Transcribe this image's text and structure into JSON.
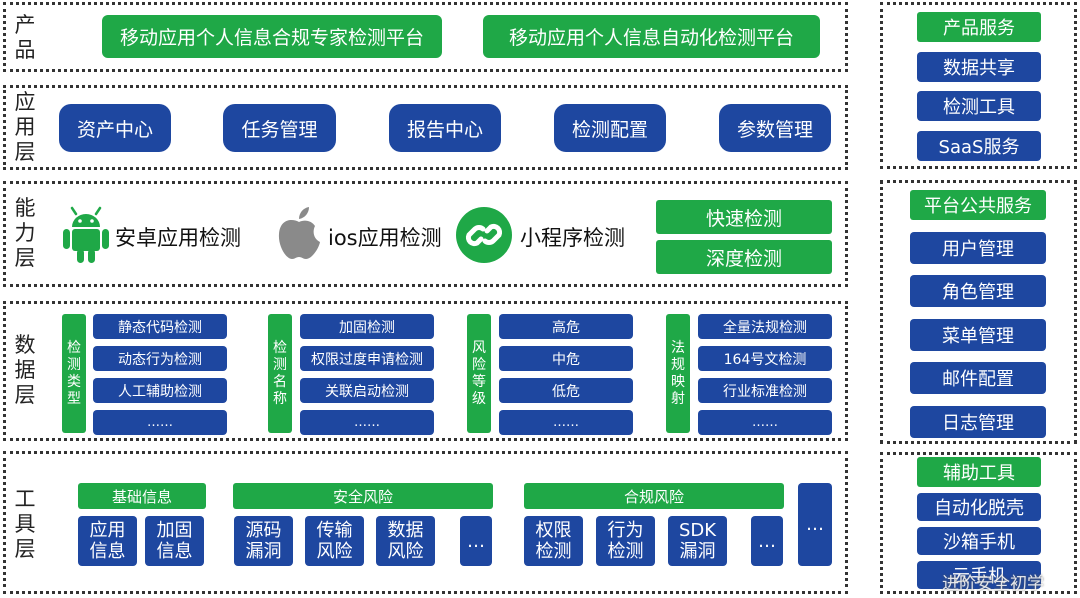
{
  "product": {
    "label": "产品",
    "items": [
      "移动应用个人信息合规专家检测平台",
      "移动应用个人信息自动化检测平台"
    ]
  },
  "application": {
    "label": "应用层",
    "items": [
      "资产中心",
      "任务管理",
      "报告中心",
      "检测配置",
      "参数管理"
    ]
  },
  "capability": {
    "label": "能力层",
    "android": "安卓应用检测",
    "ios": "ios应用检测",
    "miniprogram": "小程序检测",
    "modes": [
      "快速检测",
      "深度检测"
    ]
  },
  "data_layer": {
    "label": "数据层",
    "groups": [
      {
        "title": "检测类型",
        "items": [
          "静态代码检测",
          "动态行为检测",
          "人工辅助检测",
          "……"
        ]
      },
      {
        "title": "检测名称",
        "items": [
          "加固检测",
          "权限过度申请检测",
          "关联启动检测",
          "……"
        ]
      },
      {
        "title": "风险等级",
        "items": [
          "高危",
          "中危",
          "低危",
          "……"
        ]
      },
      {
        "title": "法规映射",
        "items": [
          "全量法规检测",
          "164号文检测",
          "行业标准检测",
          "……"
        ]
      }
    ]
  },
  "tool_layer": {
    "label": "工具层",
    "groups": [
      {
        "title": "基础信息",
        "items": [
          "应用\n信息",
          "加固\n信息"
        ]
      },
      {
        "title": "安全风险",
        "items": [
          "源码\n漏洞",
          "传输\n风险",
          "数据\n风险",
          "…"
        ]
      },
      {
        "title": "合规风险",
        "items": [
          "权限\n检测",
          "行为\n检测",
          "SDK\n漏洞",
          "…"
        ]
      }
    ],
    "extra": "…"
  },
  "side": {
    "product_service": {
      "title": "产品服务",
      "items": [
        "数据共享",
        "检测工具",
        "SaaS服务"
      ]
    },
    "platform_service": {
      "title": "平台公共服务",
      "items": [
        "用户管理",
        "角色管理",
        "菜单管理",
        "邮件配置",
        "日志管理"
      ]
    },
    "aux_tools": {
      "title": "辅助工具",
      "items": [
        "自动化脱壳",
        "沙箱手机",
        "云手机"
      ]
    }
  },
  "watermark": "进阶安全初学",
  "colors": {
    "green": "#1fa847",
    "blue": "#1e47a0"
  },
  "icons": [
    "android-icon",
    "apple-icon",
    "link-icon"
  ]
}
